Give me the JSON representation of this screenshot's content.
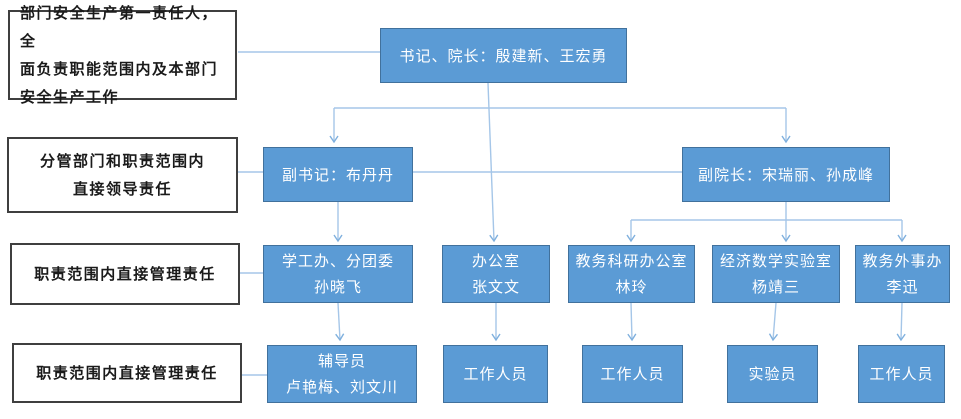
{
  "colors": {
    "box_fill": "#5b9bd5",
    "box_border": "#41719c",
    "box_text": "#ffffff",
    "note_border": "#3f3f3f",
    "note_text": "#1a1a1a",
    "connector": "#a5c6e8",
    "arrowhead": "#7fb0de"
  },
  "notes": [
    {
      "label": "部门安全生产第一责任人，全\n面负责职能范围内及本部门\n安全生产工作"
    },
    {
      "label": "分管部门和职责范围内\n直接领导责任"
    },
    {
      "label": "职责范围内直接管理责任"
    },
    {
      "label": "职责范围内直接管理责任"
    }
  ],
  "org": {
    "root": {
      "label": "书记、院长：殷建新、王宏勇"
    },
    "level2": [
      {
        "label": "副书记：布丹丹"
      },
      {
        "label": "副院长：宋瑞丽、孙成峰"
      }
    ],
    "level3": [
      {
        "label": "学工办、分团委\n孙晓飞"
      },
      {
        "label": "办公室\n张文文"
      },
      {
        "label": "教务科研办公室\n林玲"
      },
      {
        "label": "经济数学实验室\n杨靖三"
      },
      {
        "label": "教务外事办\n李迅"
      }
    ],
    "level4": [
      {
        "label": "辅导员\n卢艳梅、刘文川"
      },
      {
        "label": "工作人员"
      },
      {
        "label": "工作人员"
      },
      {
        "label": "实验员"
      },
      {
        "label": "工作人员"
      }
    ]
  }
}
